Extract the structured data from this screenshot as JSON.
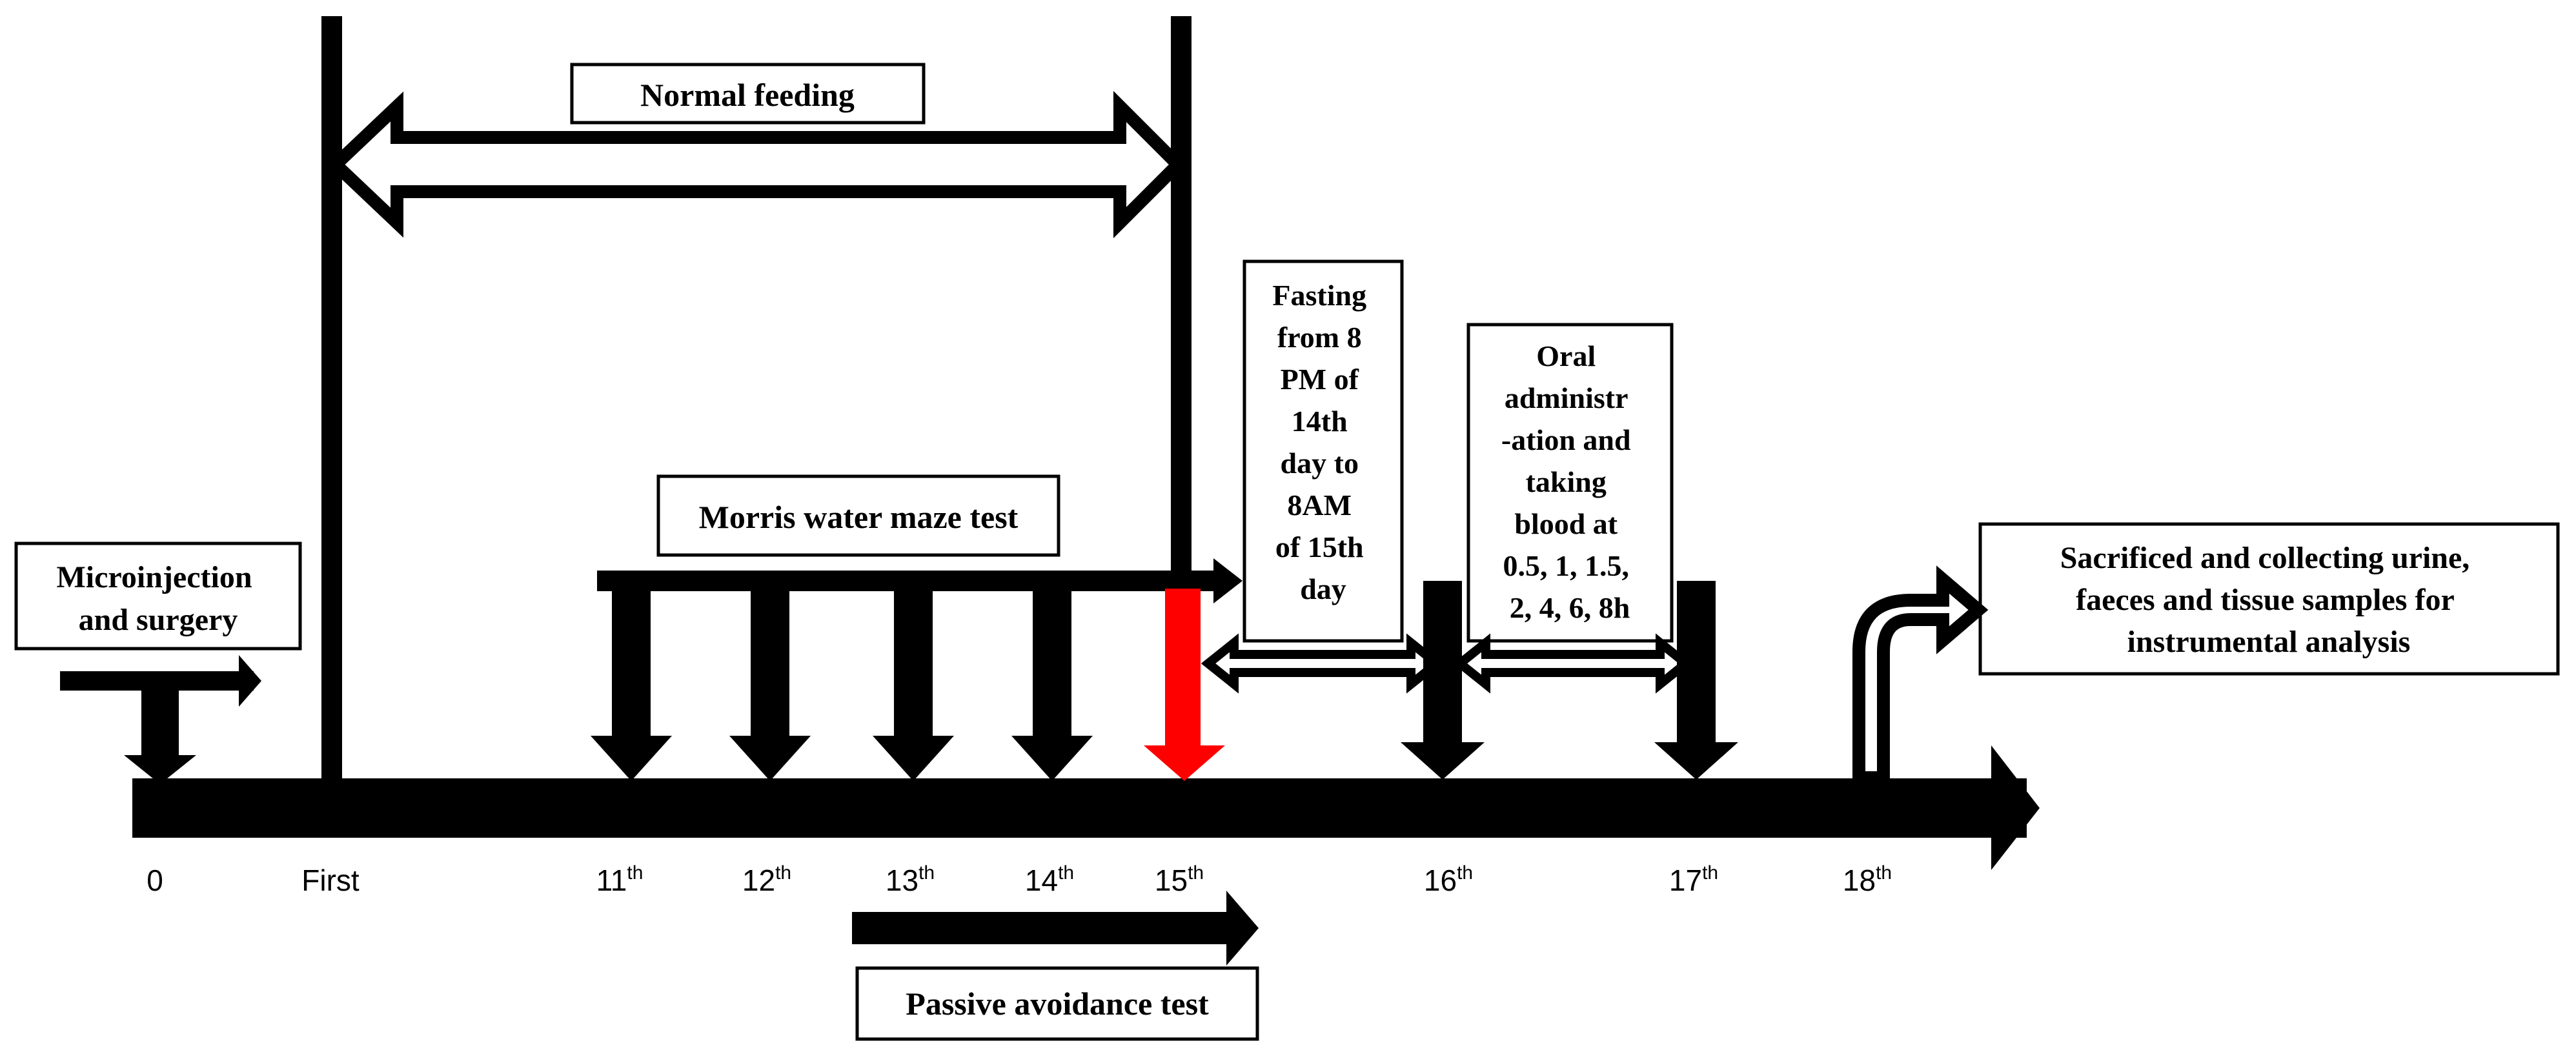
{
  "labels": {
    "normal_feeding": "Normal feeding",
    "morris_test": "Morris water maze test",
    "passive_test": "Passive avoidance test",
    "microinjection": [
      "Microinjection",
      "and surgery"
    ],
    "fasting": [
      "Fasting",
      "from 8",
      "PM of",
      "14th",
      "day to",
      "8AM",
      "of 15th",
      "day"
    ],
    "oral": [
      "Oral",
      "administr",
      "-ation and",
      "taking",
      "blood at",
      "0.5, 1, 1.5,",
      "2, 4, 6, 8h"
    ],
    "sacrificed": [
      "Sacrificed and collecting urine,",
      "faeces and tissue samples for",
      "instrumental analysis"
    ]
  },
  "timeline": [
    {
      "base": "0",
      "sup": ""
    },
    {
      "base": "First",
      "sup": ""
    },
    {
      "base": "11",
      "sup": "th"
    },
    {
      "base": "12",
      "sup": "th"
    },
    {
      "base": "13",
      "sup": "th"
    },
    {
      "base": "14",
      "sup": "th"
    },
    {
      "base": "15",
      "sup": "th"
    },
    {
      "base": "16",
      "sup": "th"
    },
    {
      "base": "17",
      "sup": "th"
    },
    {
      "base": "18",
      "sup": "th"
    }
  ],
  "colors": {
    "line": "#000000",
    "highlight": "#ff0000",
    "background": "#ffffff"
  }
}
